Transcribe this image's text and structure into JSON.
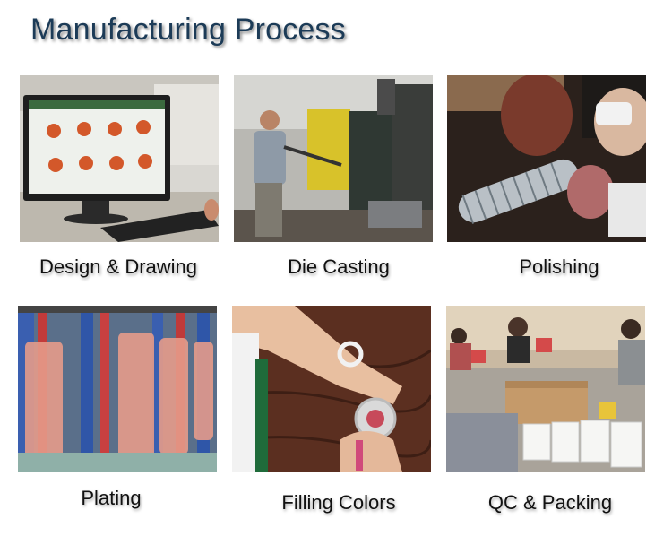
{
  "title": "Manufacturing Process",
  "steps": [
    {
      "label": "Design & Drawing",
      "icon": "design-computer-photo"
    },
    {
      "label": "Die Casting",
      "icon": "die-casting-machine-photo"
    },
    {
      "label": "Polishing",
      "icon": "polishing-photo"
    },
    {
      "label": "Plating",
      "icon": "plating-racks-photo"
    },
    {
      "label": "Filling Colors",
      "icon": "filling-colors-photo"
    },
    {
      "label": "QC & Packing",
      "icon": "packing-workshop-photo"
    }
  ],
  "colors": {
    "title": "#1c3b57",
    "caption": "#111111",
    "background": "#ffffff"
  }
}
